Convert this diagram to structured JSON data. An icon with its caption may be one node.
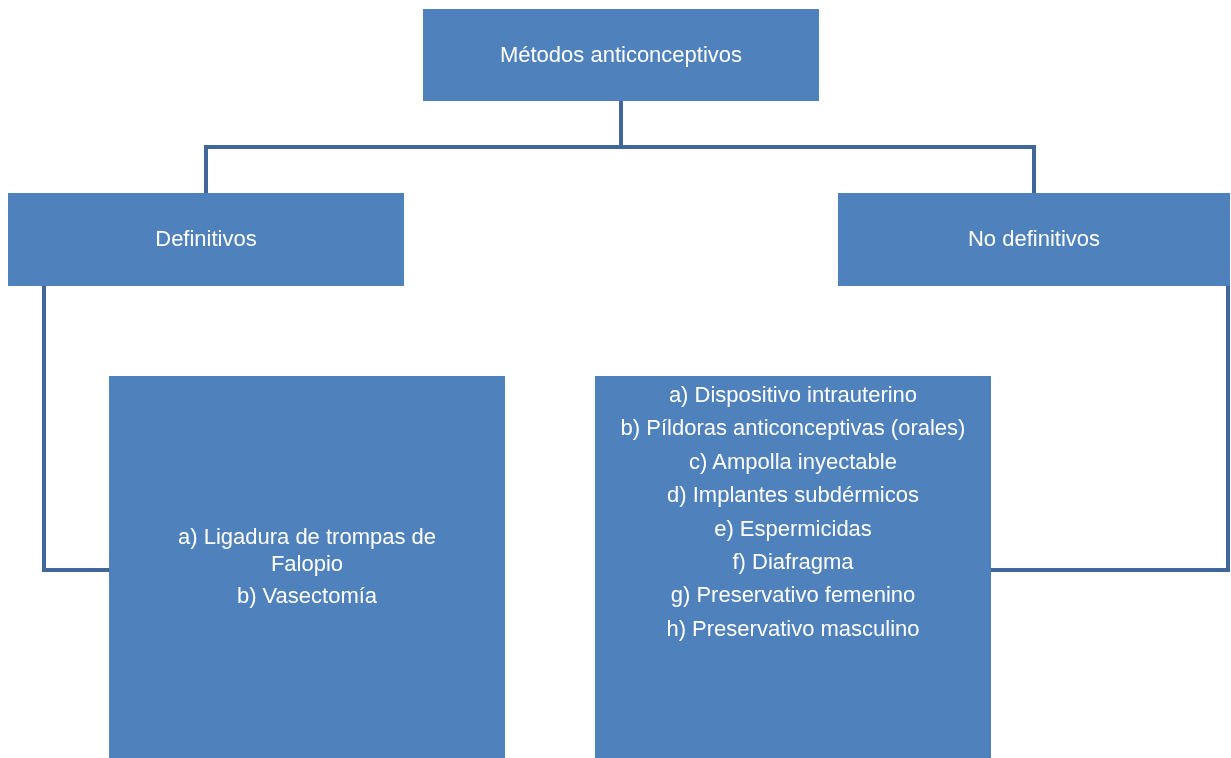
{
  "diagram": {
    "nodes": [
      {
        "text": [
          "Métodos anticonceptivos"
        ]
      },
      {
        "text": [
          "Definitivos"
        ]
      },
      {
        "text": [
          "No definitivos"
        ]
      },
      {
        "text": [
          "a) Ligadura de trompas de Falopio",
          "b) Vasectomía"
        ]
      },
      {
        "text": [
          "a) Dispositivo intrauterino",
          "b) Píldoras anticonceptivas (orales)",
          "c) Ampolla inyectable",
          "d) Implantes subdérmicos",
          "e) Espermicidas",
          "f) Diafragma",
          "g) Preservativo femenino",
          "h) Preservativo masculino"
        ]
      }
    ],
    "edges": [
      {
        "from": 0,
        "to": 1,
        "arrow": "none"
      },
      {
        "from": 0,
        "to": 2,
        "arrow": "none"
      },
      {
        "from": 1,
        "to": 3,
        "arrow": "none"
      },
      {
        "from": 2,
        "to": 4,
        "arrow": "none"
      }
    ]
  }
}
